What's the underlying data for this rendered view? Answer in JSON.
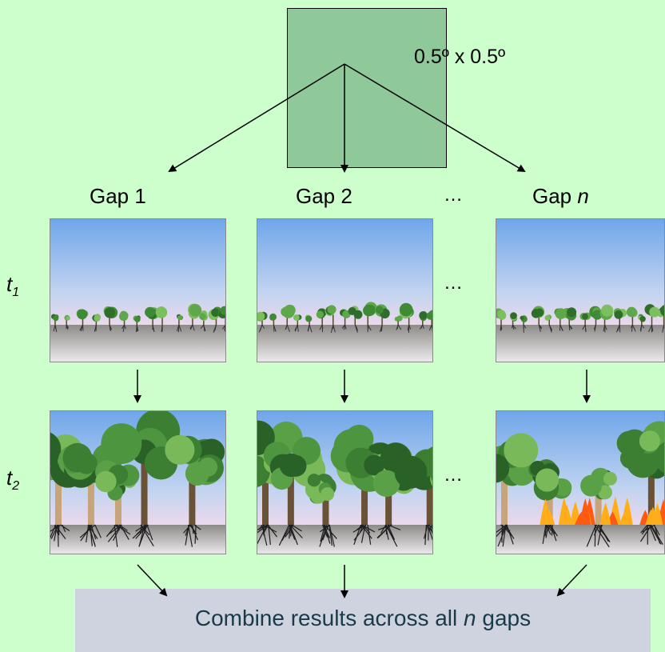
{
  "grid_cell": {
    "label": "0.5º x 0.5º"
  },
  "gaps": [
    {
      "label": "Gap 1",
      "t1_scene": "savanna-sparse-trees",
      "t2_scene": "regrown-forest"
    },
    {
      "label": "Gap 2",
      "t1_scene": "savanna-sparse-trees",
      "t2_scene": "regrown-forest"
    },
    {
      "label_prefix": "Gap ",
      "label_italic": "n",
      "t1_scene": "savanna-sparse-trees",
      "t2_scene": "forest-with-fire"
    }
  ],
  "ellipsis": "…",
  "time_steps": [
    {
      "base": "t",
      "sub": "1"
    },
    {
      "base": "t",
      "sub": "2"
    }
  ],
  "combine": {
    "prefix": "Combine results across all ",
    "italic": "n",
    "suffix": " gaps"
  },
  "colors": {
    "background": "#ccffcc",
    "grid_cell_fill": "#8fc99a",
    "combine_box": "#cfd3df",
    "combine_text": "#1a3a4a",
    "fire": "#ff5a10"
  }
}
